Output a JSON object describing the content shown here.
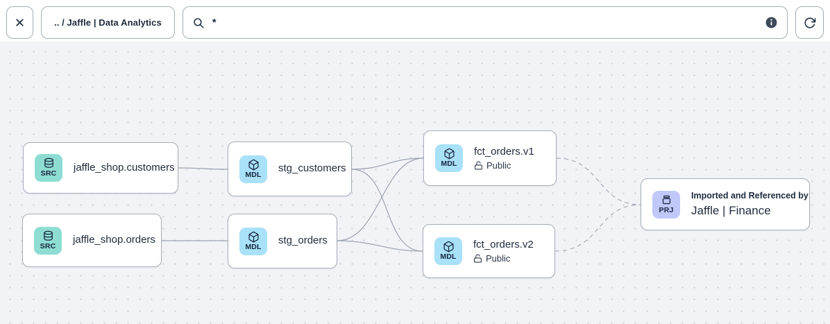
{
  "toolbar": {
    "close_icon": "close-x",
    "breadcrumb": ".. / Jaffle | Data Analytics",
    "search_icon": "magnifier",
    "search_value": "*",
    "info_icon": "info",
    "refresh_icon": "refresh-clockwise"
  },
  "colors": {
    "accent_source": "#8eddd3",
    "accent_model": "#a8e1f8",
    "accent_project": "#bfc8f9",
    "edge": "#9aa2b1",
    "canvas_background": "#f2f3f6"
  },
  "nodes": [
    {
      "badge": "SRC",
      "title": "jaffle_shop.customers"
    },
    {
      "badge": "SRC",
      "title": "jaffle_shop.orders"
    },
    {
      "badge": "MDL",
      "title": "stg_customers"
    },
    {
      "badge": "MDL",
      "title": "stg_orders"
    },
    {
      "badge": "MDL",
      "title": "fct_orders.v1",
      "access": "Public"
    },
    {
      "badge": "MDL",
      "title": "fct_orders.v2",
      "access": "Public"
    },
    {
      "badge": "PRJ",
      "subtitle": "Imported and Referenced by",
      "title": "Jaffle | Finance"
    }
  ],
  "edges": [
    {
      "from": "jaffle_shop.customers",
      "to": "stg_customers",
      "style": "solid"
    },
    {
      "from": "jaffle_shop.orders",
      "to": "stg_orders",
      "style": "solid"
    },
    {
      "from": "stg_customers",
      "to": "fct_orders.v1",
      "style": "solid"
    },
    {
      "from": "stg_customers",
      "to": "fct_orders.v2",
      "style": "solid"
    },
    {
      "from": "stg_orders",
      "to": "fct_orders.v1",
      "style": "solid"
    },
    {
      "from": "stg_orders",
      "to": "fct_orders.v2",
      "style": "solid"
    },
    {
      "from": "fct_orders.v1",
      "to": "Jaffle | Finance",
      "style": "dashed"
    },
    {
      "from": "fct_orders.v2",
      "to": "Jaffle | Finance",
      "style": "dashed"
    }
  ]
}
